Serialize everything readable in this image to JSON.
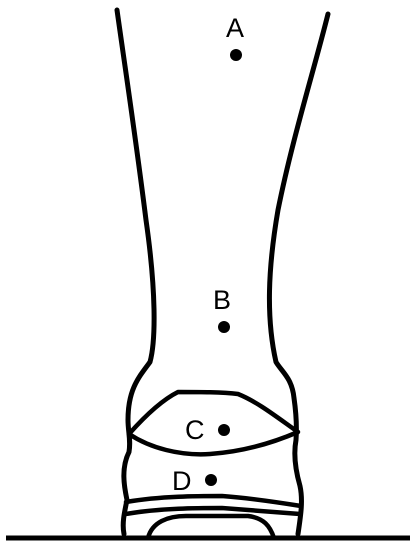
{
  "points": [
    {
      "label": "A"
    },
    {
      "label": "B"
    },
    {
      "label": "C"
    },
    {
      "label": "D"
    }
  ]
}
